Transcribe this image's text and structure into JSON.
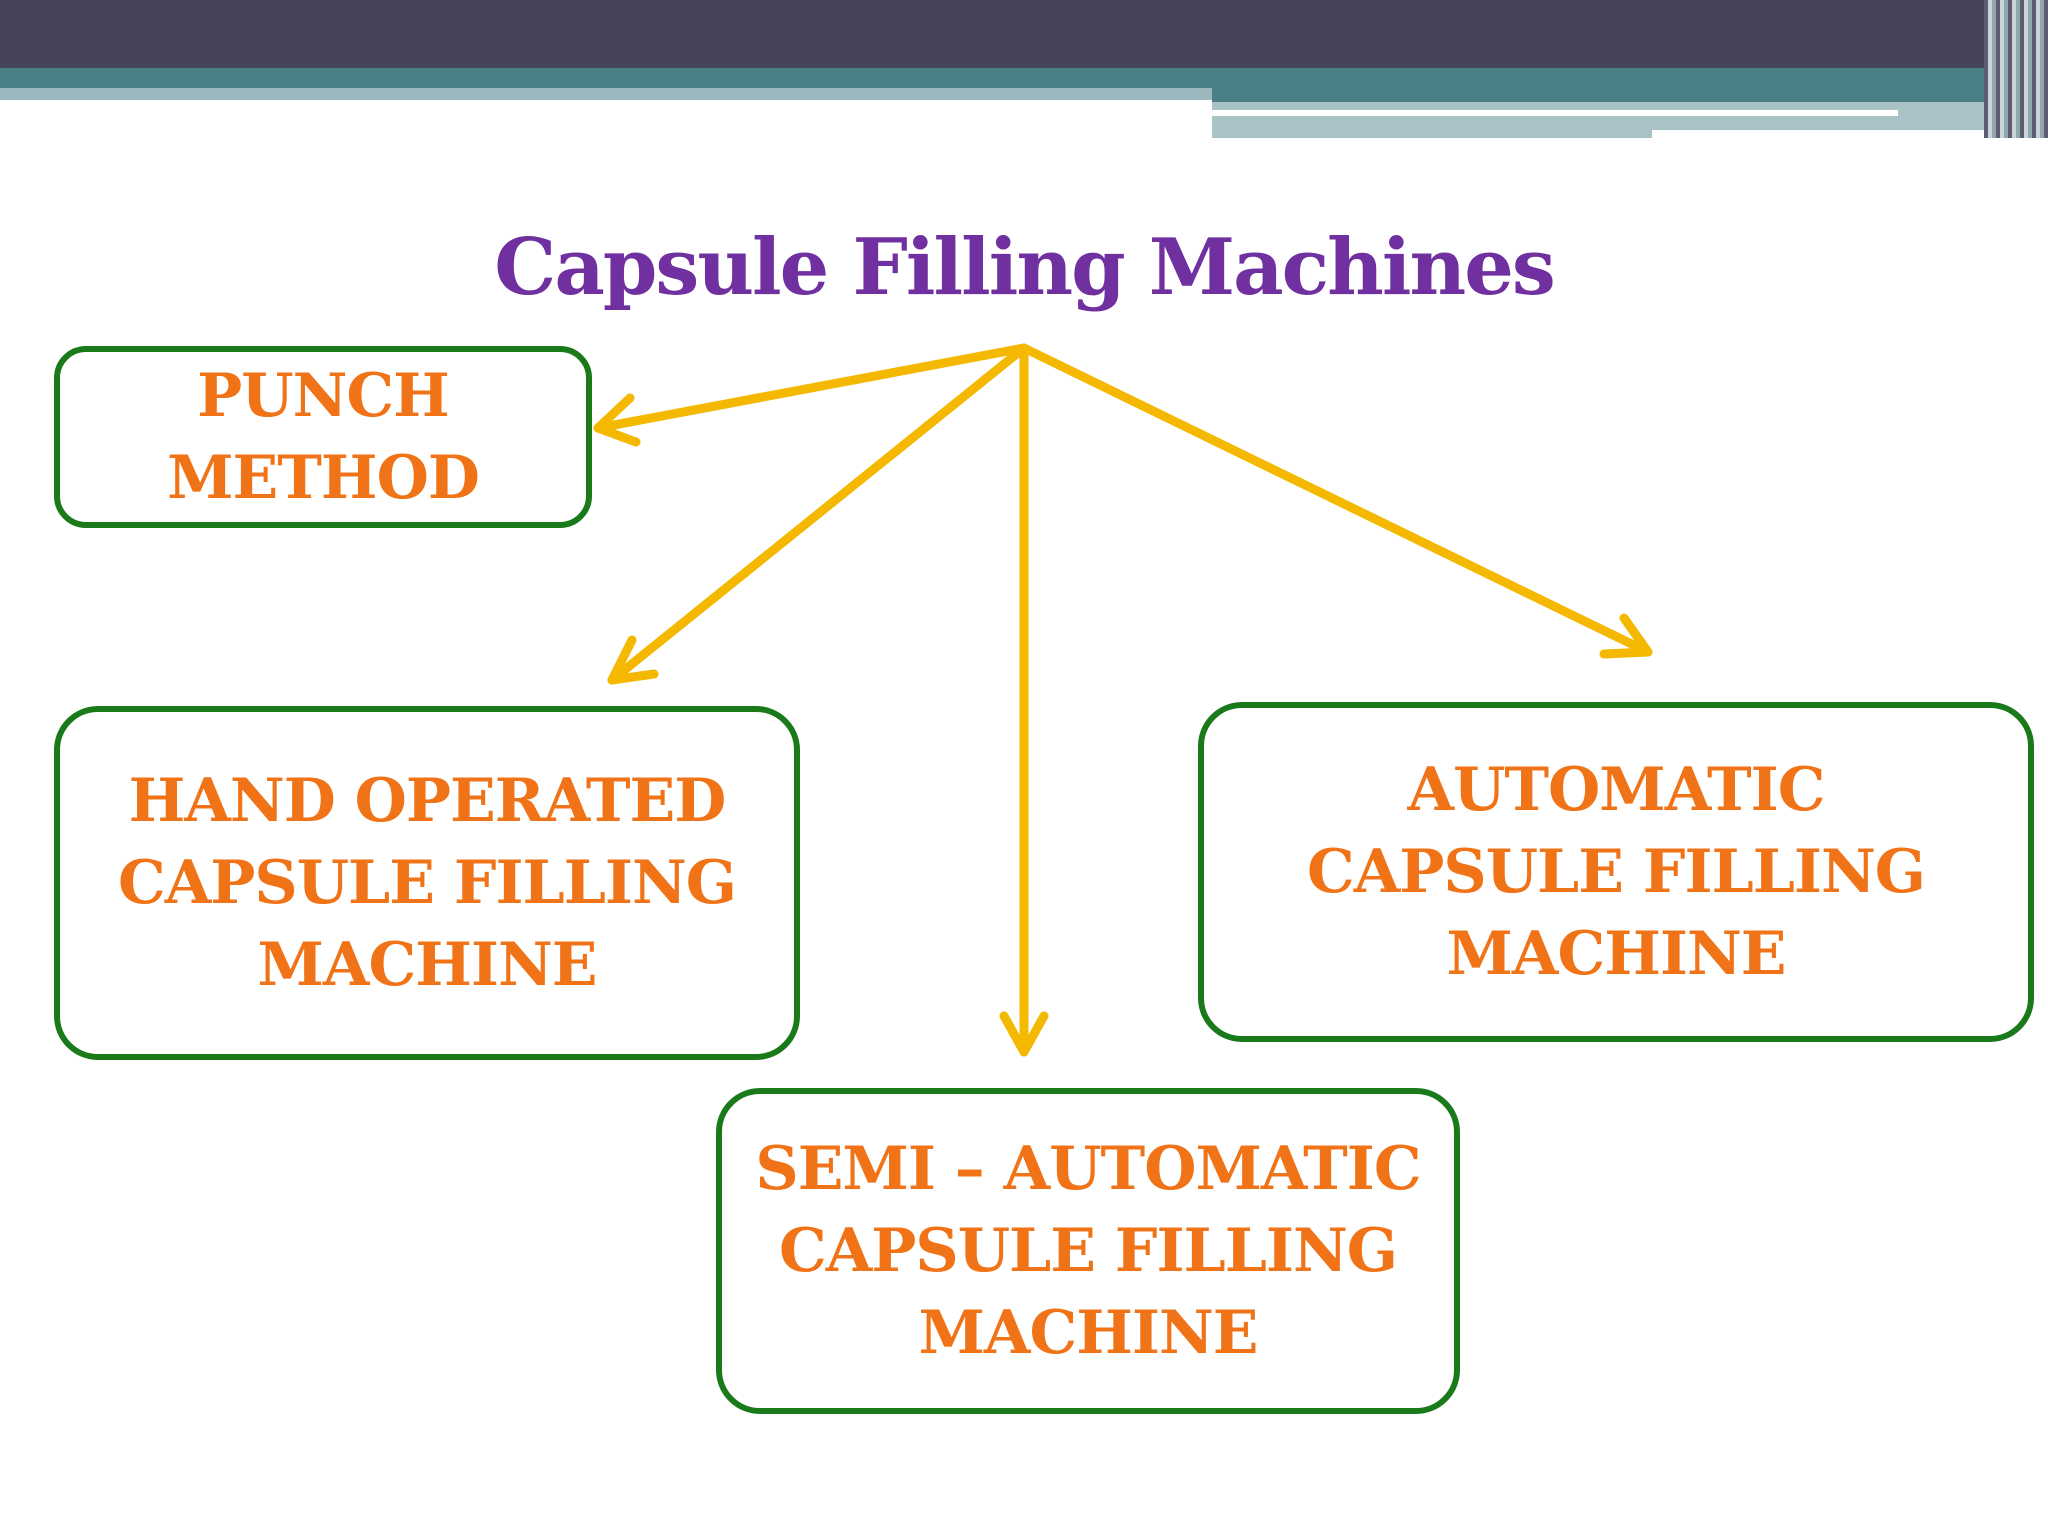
{
  "slide": {
    "title": "Capsule Filling Machines"
  },
  "nodes": {
    "punch": {
      "lines": [
        "PUNCH",
        "METHOD"
      ]
    },
    "hand": {
      "lines": [
        "HAND OPERATED",
        "CAPSULE FILLING",
        "MACHINE"
      ]
    },
    "auto": {
      "lines": [
        "AUTOMATIC",
        "CAPSULE FILLING",
        "MACHINE"
      ]
    },
    "semi": {
      "lines": [
        "SEMI – AUTOMATIC",
        "CAPSULE FILLING",
        "MACHINE"
      ]
    }
  },
  "colors": {
    "title": "#7030a0",
    "box_border": "#1a7a1a",
    "box_text": "#f07318",
    "arrow": "#f5b800",
    "header_dark": "#45445a",
    "header_teal": "#4a7f86"
  }
}
